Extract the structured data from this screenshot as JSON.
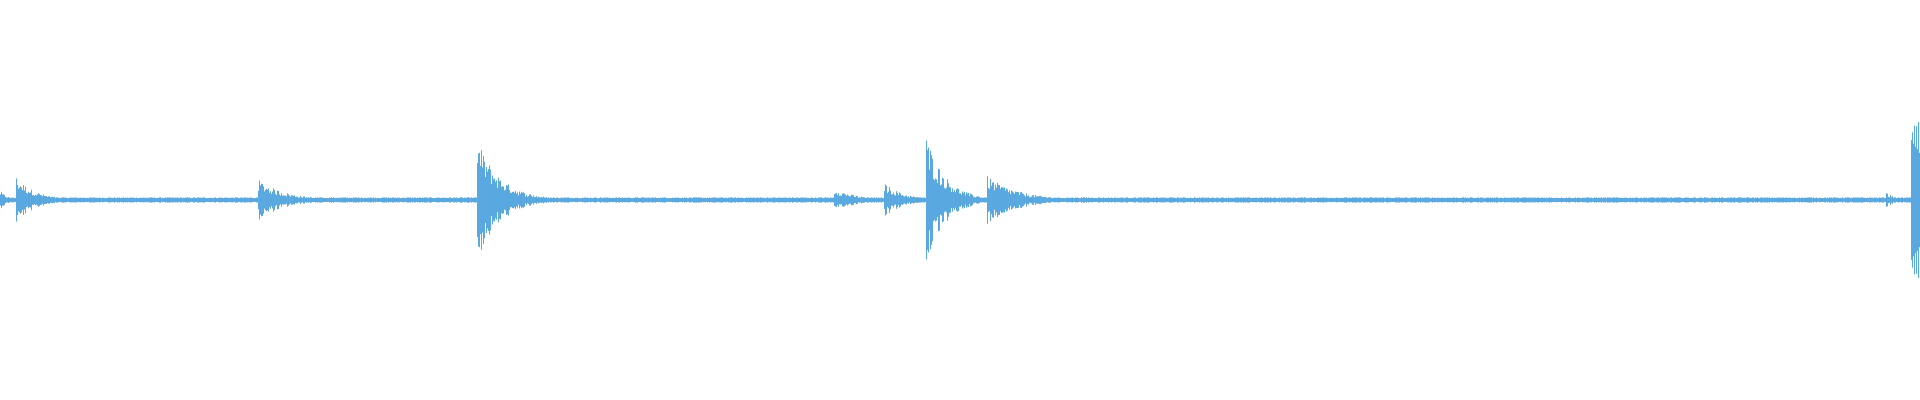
{
  "waveform": {
    "color": "#5aa8e0",
    "background": "#ffffff",
    "baseline_level": 0.012,
    "noise_level": 0.006,
    "segments": [
      {
        "start": 0.0,
        "end": 0.005,
        "peak": 0.06,
        "decay": 0.004
      },
      {
        "start": 0.008,
        "end": 0.032,
        "peak": 0.16,
        "decay": 0.01
      },
      {
        "start": 0.134,
        "end": 0.17,
        "peak": 0.14,
        "decay": 0.014
      },
      {
        "start": 0.248,
        "end": 0.29,
        "peak": 0.42,
        "decay": 0.012
      },
      {
        "start": 0.434,
        "end": 0.458,
        "peak": 0.08,
        "decay": 0.012
      },
      {
        "start": 0.46,
        "end": 0.482,
        "peak": 0.12,
        "decay": 0.01
      },
      {
        "start": 0.482,
        "end": 0.514,
        "peak": 0.44,
        "decay": 0.01
      },
      {
        "start": 0.514,
        "end": 0.56,
        "peak": 0.16,
        "decay": 0.016
      },
      {
        "start": 0.982,
        "end": 0.995,
        "peak": 0.05,
        "decay": 0.006
      },
      {
        "start": 0.995,
        "end": 1.0,
        "peak": 0.72,
        "decay": 0.04
      }
    ]
  }
}
